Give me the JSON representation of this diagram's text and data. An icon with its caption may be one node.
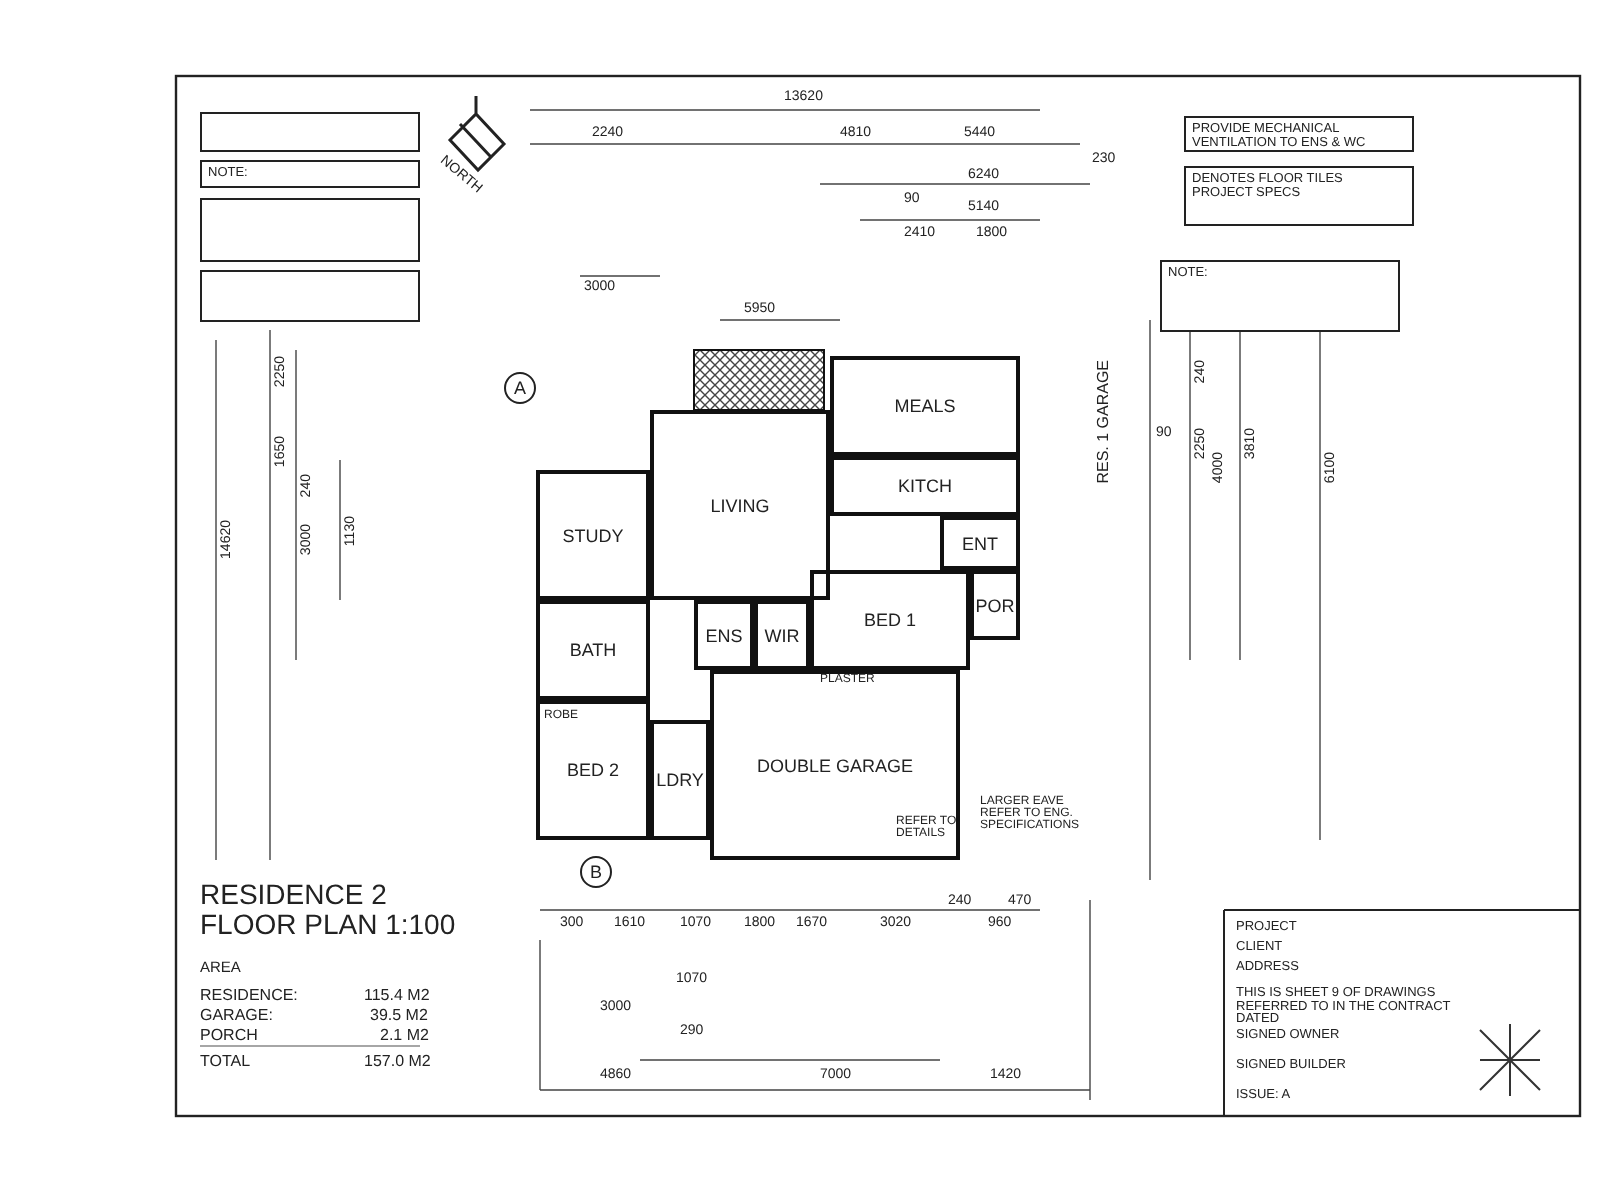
{
  "diagram": {
    "title": "RESIDENCE 2 FLOOR PLAN 1:100",
    "nodes": [
      {
        "text": [
          "STUDY"
        ]
      },
      {
        "text": [
          "LIVING"
        ]
      },
      {
        "text": [
          "MEALS"
        ]
      },
      {
        "text": [
          "KITCH"
        ]
      },
      {
        "text": [
          "ENT"
        ]
      },
      {
        "text": [
          "BED 1"
        ]
      },
      {
        "text": [
          "POR"
        ]
      },
      {
        "text": [
          "ENS"
        ]
      },
      {
        "text": [
          "WIR"
        ]
      },
      {
        "text": [
          "BATH"
        ]
      },
      {
        "text": [
          "BED 2"
        ]
      },
      {
        "text": [
          "LDRY"
        ]
      },
      {
        "text": [
          "DOUBLE GARAGE"
        ]
      },
      {
        "text": [],
        "shape": "box"
      },
      {
        "text": [
          "NOTE:"
        ]
      },
      {
        "text": [],
        "shape": "box"
      },
      {
        "text": [],
        "shape": "box"
      },
      {
        "text": [
          "PROVIDE MECHANICAL VENTILATION TO ENS & WC"
        ]
      },
      {
        "text": [
          "DENOTES FLOOR TILES",
          "PROJECT SPECS"
        ]
      },
      {
        "text": [
          "NOTE:"
        ]
      },
      {
        "text": [
          "A"
        ]
      },
      {
        "text": [
          "B"
        ]
      }
    ],
    "edges": [],
    "labels": [
      "NORTH",
      "13620",
      "2240",
      "4810",
      "5440",
      "230",
      "6240",
      "90",
      "5140",
      "2410",
      "1800",
      "3000",
      "5950",
      "14620",
      "2250",
      "1650",
      "240",
      "3000",
      "1130",
      "RES. 1 GARAGE",
      "240",
      "2250",
      "90",
      "3810",
      "4000",
      "6100",
      "ROBE",
      "PLASTER",
      "REFER TO DETAILS",
      "LARGER EAVE REFER TO ENG. SPECIFICATIONS",
      "300",
      "1610",
      "1070",
      "1800",
      "1670",
      "3020",
      "240",
      "470",
      "960",
      "1070",
      "3000",
      "290",
      "4860",
      "7000",
      "1420",
      "AREA",
      "RESIDENCE:",
      "115.4 M2",
      "GARAGE:",
      "39.5 M2",
      "PORCH",
      "2.1 M2",
      "TOTAL",
      "157.0 M2",
      "PROJECT",
      "CLIENT",
      "ADDRESS",
      "THIS IS SHEET 9 OF DRAWINGS REFERRED TO IN THE CONTRACT DATED",
      "SIGNED OWNER",
      "SIGNED BUILDER",
      "ISSUE: A"
    ]
  }
}
